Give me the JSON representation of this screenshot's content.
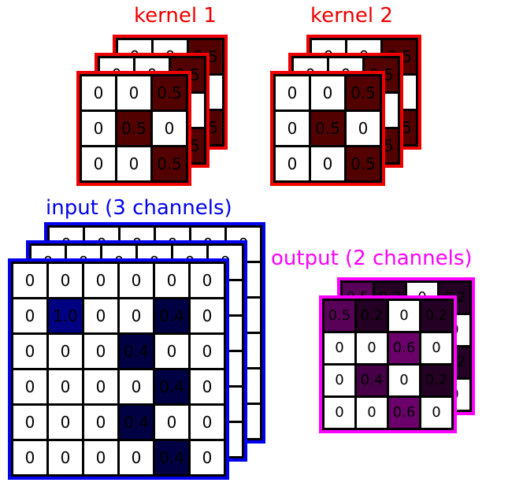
{
  "labels": {
    "kernel1": "kernel 1",
    "kernel2": "kernel 2",
    "input": "input (3 channels)",
    "output": "output (2 channels)"
  },
  "colors": {
    "kernel": "#ee0000",
    "input": "#0000ee",
    "output": "#ff00ff",
    "gridline": "#000000",
    "cell_background": "#ffffff",
    "value_text": "#000000",
    "page_background": "#ffffff"
  },
  "matrices": {
    "kernel1": {
      "channels": 3,
      "rows": [
        [
          "0",
          "0",
          "0.5"
        ],
        [
          "0",
          "0.5",
          "0"
        ],
        [
          "0",
          "0",
          "0.5"
        ]
      ]
    },
    "kernel2": {
      "channels": 3,
      "rows": [
        [
          "0",
          "0",
          "0.5"
        ],
        [
          "0",
          "0.5",
          "0"
        ],
        [
          "0",
          "0",
          "0.5"
        ]
      ]
    },
    "input": {
      "channels": 3,
      "rows": [
        [
          "0",
          "0",
          "0",
          "0",
          "0",
          "0"
        ],
        [
          "0",
          "1.0",
          "0",
          "0",
          "0.4",
          "0"
        ],
        [
          "0",
          "0",
          "0",
          "0.4",
          "0",
          "0"
        ],
        [
          "0",
          "0",
          "0",
          "0",
          "0.4",
          "0"
        ],
        [
          "0",
          "0",
          "0",
          "0.4",
          "0",
          "0"
        ],
        [
          "0",
          "0",
          "0",
          "0",
          "0.4",
          "0"
        ]
      ]
    },
    "output": {
      "channels": 2,
      "rows": [
        [
          "0.5",
          "0.2",
          "0",
          "0.2"
        ],
        [
          "0",
          "0",
          "0.6",
          "0"
        ],
        [
          "0",
          "0.4",
          "0",
          "0.2"
        ],
        [
          "0",
          "0",
          "0.6",
          "0"
        ]
      ]
    }
  }
}
